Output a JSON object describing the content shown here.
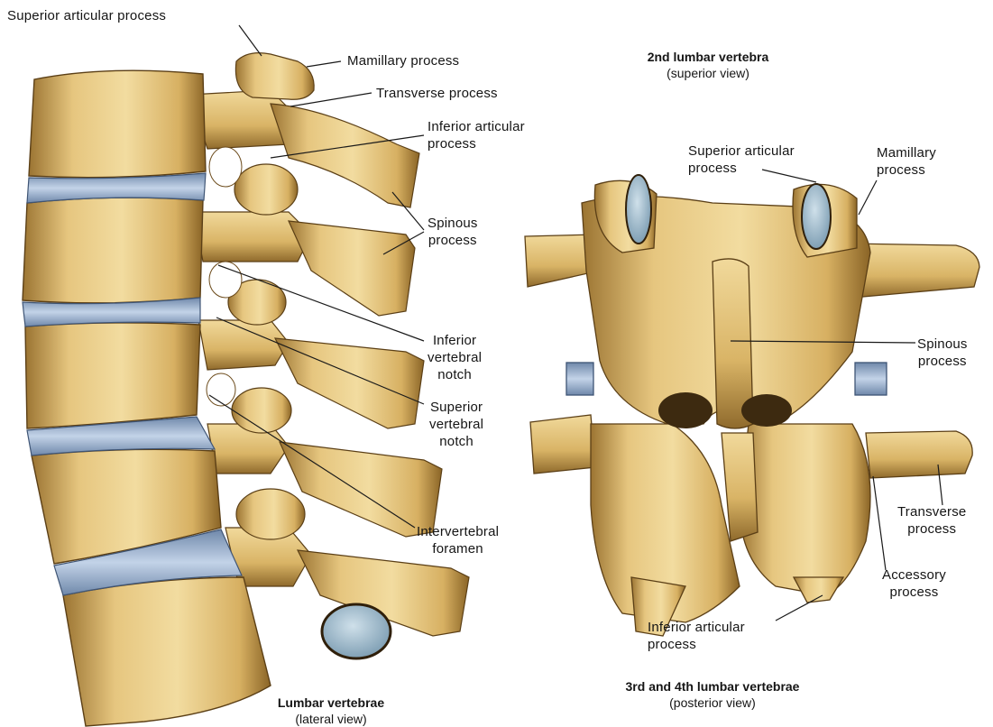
{
  "lateral": {
    "labels": {
      "superior_articular": "Superior articular process",
      "mamillary": "Mamillary process",
      "transverse": "Transverse process",
      "inferior_articular_1": "Inferior articular",
      "inferior_articular_2": "process",
      "spinous_1": "Spinous",
      "spinous_2": "process",
      "inf_notch_1": "Inferior",
      "inf_notch_2": "vertebral",
      "inf_notch_3": "notch",
      "sup_notch_1": "Superior",
      "sup_notch_2": "vertebral",
      "sup_notch_3": "notch",
      "foramen_1": "Intervertebral",
      "foramen_2": "foramen"
    },
    "caption": {
      "title": "Lumbar vertebrae",
      "subtitle": "(lateral view)"
    }
  },
  "superior_view": {
    "caption": {
      "title": "2nd lumbar vertebra",
      "subtitle": "(superior view)"
    }
  },
  "posterior": {
    "labels": {
      "superior_articular_1": "Superior articular",
      "superior_articular_2": "process",
      "mamillary_1": "Mamillary",
      "mamillary_2": "process",
      "spinous_1": "Spinous",
      "spinous_2": "process",
      "transverse_1": "Transverse",
      "transverse_2": "process",
      "accessory_1": "Accessory",
      "accessory_2": "process",
      "inferior_articular_1": "Inferior articular",
      "inferior_articular_2": "process"
    },
    "caption": {
      "title": "3rd and 4th lumbar vertebrae",
      "subtitle": "(posterior view)"
    }
  },
  "colors": {
    "bone": "#e2c27a",
    "bone_light": "#f3dfa6",
    "bone_shadow": "#8a6426",
    "bone_dark": "#3d2a10",
    "disc": "#8ea6c4",
    "disc_light": "#c7d6e8",
    "cartilage": "#a9c3d3",
    "leader": "#1a1a1a"
  }
}
